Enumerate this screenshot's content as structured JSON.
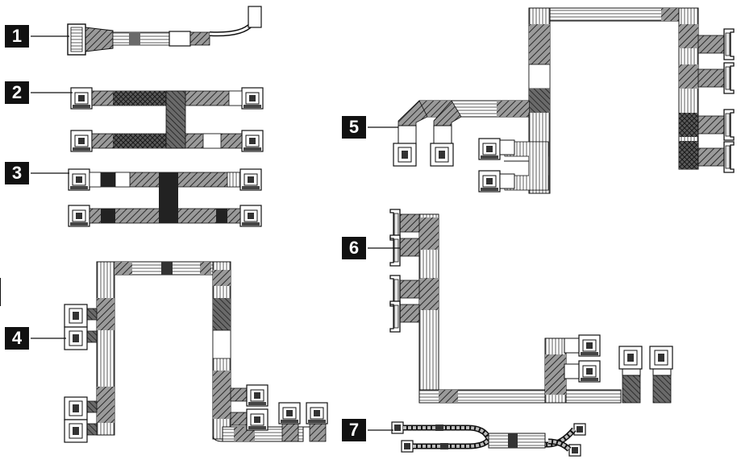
{
  "callouts": [
    {
      "label": "1"
    },
    {
      "label": "2"
    },
    {
      "label": "3"
    },
    {
      "label": "4"
    },
    {
      "label": "5"
    },
    {
      "label": "6"
    },
    {
      "label": "7"
    }
  ],
  "colors": {
    "ink": "#111111",
    "cable_dark": "#4a4a4a",
    "cable_mid": "#8a8a8a",
    "cable_light": "#d6d6d6",
    "background": "#ffffff"
  }
}
